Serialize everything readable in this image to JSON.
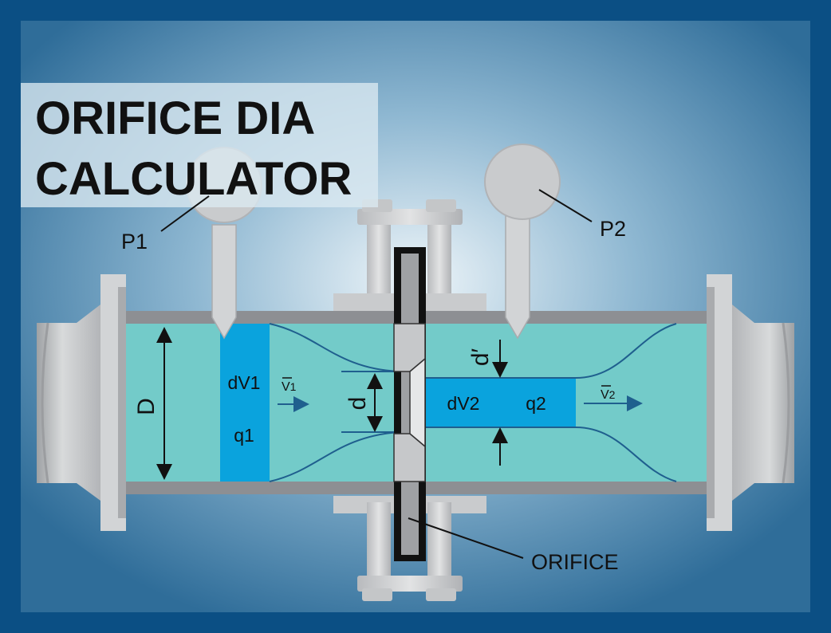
{
  "title": {
    "line1": "ORIFICE DIA",
    "line2": "CALCULATOR"
  },
  "labels": {
    "p1": "P1",
    "p2": "P2",
    "pipe_diameter": "D",
    "orifice_diameter": "d",
    "vena_contracta_diameter": "d′",
    "dv1": "dV1",
    "q1": "q1",
    "v1": "V",
    "v1_sub": "1",
    "dv2": "dV2",
    "q2": "q2",
    "v2": "V",
    "v2_sub": "2",
    "orifice": "ORIFICE"
  },
  "colors": {
    "frame": "#0b4f84",
    "background_center": "#e8f2f7",
    "background_edge": "#2f6f9b",
    "fluid": "#73cbc9",
    "fluid_slug": "#0aa3dd",
    "pipe_wall": "#8d8f93",
    "metal": "#c9cbcd",
    "metal_dark": "#a5a7aa",
    "streamline": "#1f5f8e",
    "arrow": "#1f5f8e",
    "orifice_plate": "#111111",
    "text": "#111111"
  }
}
